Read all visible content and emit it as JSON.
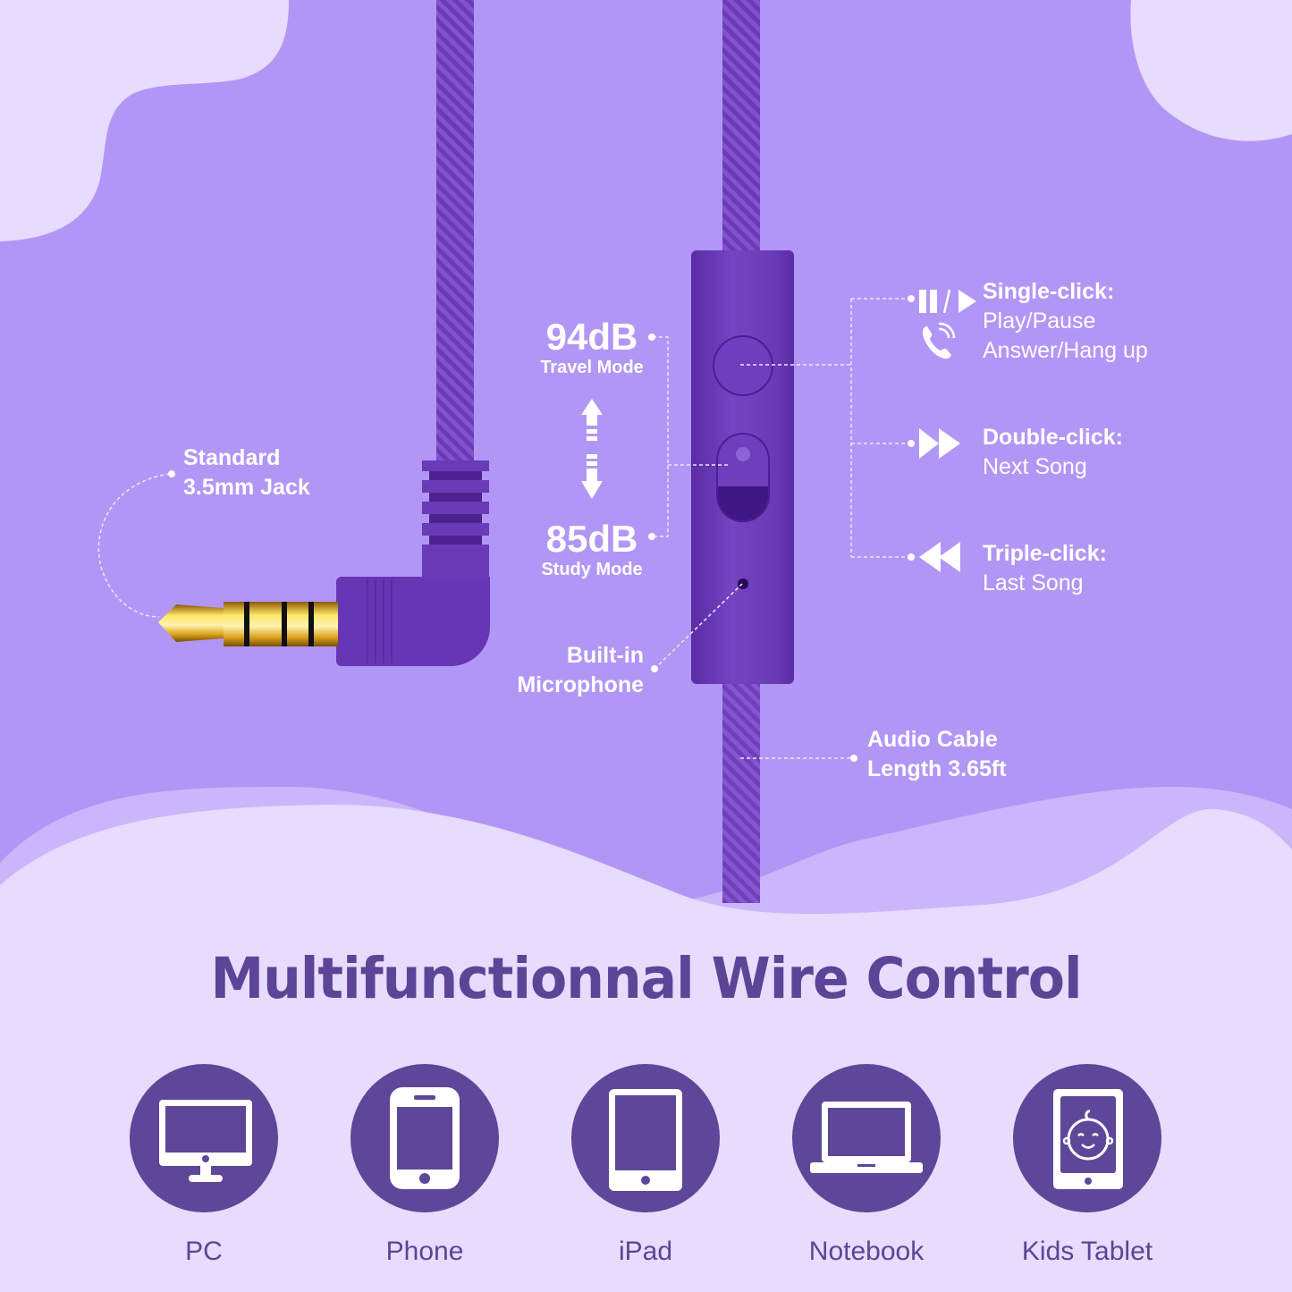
{
  "colors": {
    "background_mid": "#b296f6",
    "background_light": "#e7dbfe",
    "wave_mid": "#cbb6fb",
    "device_purple": "#7444c2",
    "icon_circle": "#5e4698",
    "title_color": "#5c4496",
    "gold": "#e3b421"
  },
  "jack": {
    "label_line1": "Standard",
    "label_line2": "3.5mm Jack"
  },
  "volume": {
    "high_value": "94dB",
    "high_mode": "Travel Mode",
    "low_value": "85dB",
    "low_mode": "Study Mode"
  },
  "microphone": {
    "label_line1": "Built-in",
    "label_line2": "Microphone"
  },
  "cable": {
    "label_line1": "Audio Cable",
    "label_line2": "Length 3.65ft"
  },
  "controls": [
    {
      "title": "Single-click:",
      "line1": "Play/Pause",
      "line2": "Answer/Hang up",
      "icons": [
        "pause-icon",
        "play-icon",
        "phone-call-icon"
      ]
    },
    {
      "title": "Double-click:",
      "line1": "Next Song",
      "icons": [
        "fast-forward-icon"
      ]
    },
    {
      "title": "Triple-click:",
      "line1": "Last Song",
      "icons": [
        "rewind-icon"
      ]
    }
  ],
  "heading": "Multifunctionnal Wire Control",
  "devices": [
    {
      "name": "PC",
      "icon": "monitor-icon"
    },
    {
      "name": "Phone",
      "icon": "smartphone-icon"
    },
    {
      "name": "iPad",
      "icon": "tablet-icon"
    },
    {
      "name": "Notebook",
      "icon": "laptop-icon"
    },
    {
      "name": "Kids Tablet",
      "icon": "kids-tablet-icon"
    }
  ]
}
